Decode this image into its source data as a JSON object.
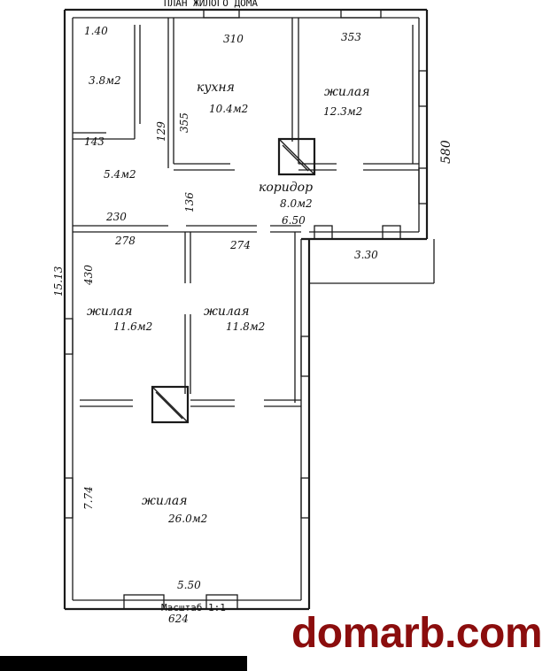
{
  "header_title": "ПЛАН ЖИЛОГО ДОМА",
  "scale_label": "Масштаб 1:1",
  "watermark": "domarb.com",
  "rooms": [
    {
      "id": "storage",
      "area": "3.8м2"
    },
    {
      "id": "kitchen",
      "name": "кухня",
      "area": "10.4м2"
    },
    {
      "id": "living-ne",
      "name": "жилая",
      "area": "12.3м2"
    },
    {
      "id": "small",
      "area": "5.4м2"
    },
    {
      "id": "corridor",
      "name": "коридор",
      "area": "8.0м2"
    },
    {
      "id": "living-w",
      "name": "жилая",
      "area": "11.6м2"
    },
    {
      "id": "living-mid",
      "name": "жилая",
      "area": "11.8м2"
    },
    {
      "id": "living-big",
      "name": "жилая",
      "area": "26.0м2"
    }
  ],
  "dimensions": {
    "d140": "1.40",
    "d310": "310",
    "d353": "353",
    "d355": "355",
    "d129": "129",
    "d143": "143",
    "d580": "580",
    "d136": "136",
    "d230": "230",
    "d650": "6.50",
    "d278": "278",
    "d274": "274",
    "d330": "3.30",
    "d1513": "15.13",
    "d430": "430",
    "d774": "7.74",
    "d550": "5.50",
    "d624": "624"
  }
}
